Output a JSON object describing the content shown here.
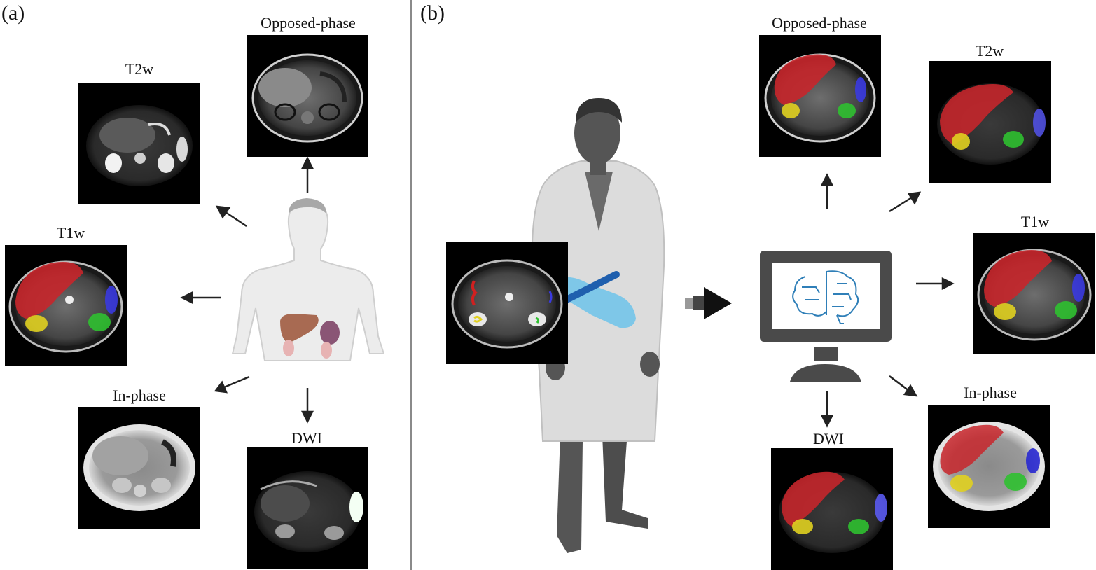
{
  "panels": {
    "a": {
      "label": "(a)"
    },
    "b": {
      "label": "(b)"
    }
  },
  "panel_a": {
    "t2w": "T2w",
    "opposed": "Opposed-phase",
    "t1w": "T1w",
    "inphase": "In-phase",
    "dwi": "DWI"
  },
  "panel_b": {
    "opposed": "Opposed-phase",
    "t2w": "T2w",
    "t1w": "T1w",
    "inphase": "In-phase",
    "dwi": "DWI"
  },
  "segmentation_colors": {
    "liver": "#c8262b",
    "spleen": "#3a3ae0",
    "right_kidney": "#e0d020",
    "left_kidney": "#2fc030"
  },
  "icons": {
    "patient": "human-body-icon",
    "radiologist": "doctor-icon",
    "computer": "computer-ai-brain-icon"
  }
}
